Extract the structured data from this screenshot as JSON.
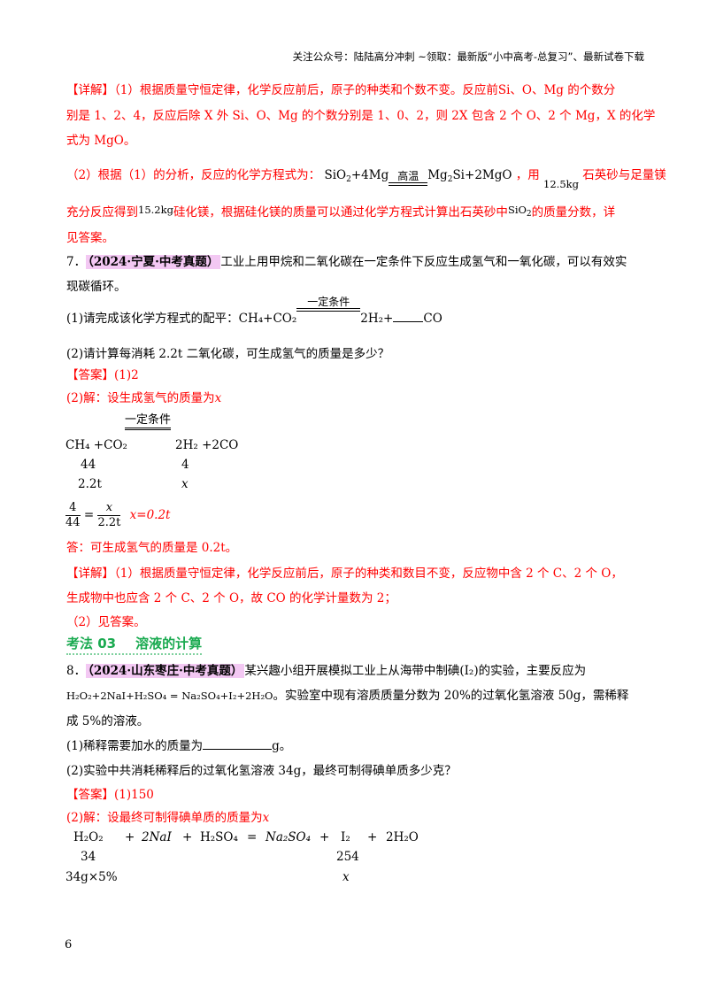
{
  "header": {
    "text": "关注公众号：陆陆高分冲刺  ~领取：最新版“小中高考-总复习”、最新试卷下载"
  },
  "q6_detail": {
    "label": "【详解】",
    "line1": "（1）根据质量守恒定律，化学反应前后，原子的种类和个数不变。反应前Si、O、Mg 的个数分",
    "line2": "别是 1、2、4，反应后除 X 外 Si、O、Mg 的个数分别是 1、0、2，则 2X 包含 2 个 O、2 个 Mg，X 的化学",
    "line3": "式为 MgO。",
    "part2_prefix": "（2）根据（1）的分析，反应的化学方程式为：",
    "eq_left": "SiO",
    "eq_left_sub": "2",
    "eq_left2": "+4Mg",
    "eq_condition": "高温",
    "eq_right1": "Mg",
    "eq_right1_sub": "2",
    "eq_right2": "Si+2MgO",
    "part2_mid": "，用",
    "mass1": "12.5kg",
    "part2_suffix": "石英砂与足量镁",
    "line5_prefix": "充分反应得到",
    "mass2": "15.2kg",
    "line5_mid": "硅化镁，根据硅化镁的质量可以通过化学方程式计算出石英砂中",
    "sio2": "SiO",
    "sio2_sub": "2",
    "line5_suffix": "的质量分数，详",
    "line6": "见答案。"
  },
  "q7": {
    "number": "7．",
    "source_tag": "（2024·宁夏·中考真题）",
    "stem1": "工业上用甲烷和二氧化碳在一定条件下反应生成氢气和一氧化碳，可以有效实",
    "stem2": "现碳循环。",
    "sub1_prefix": "(1)请完成该化学方程式的配平：",
    "sub1_left": "CH₄+CO₂",
    "sub1_condition": "一定条件",
    "sub1_right": "2H₂+",
    "sub1_tail": "CO",
    "sub2": "(2)请计算每消耗 2.2t 二氧化碳，可生成氢气的质量是多少？",
    "answer_label": "【答案】",
    "answer1": "(1)2",
    "solve_intro": "(2)解：设生成氢气的质量为",
    "solve_var": "x",
    "calc": {
      "condition": "一定条件",
      "left": "CH₄ +CO₂",
      "right": "2H₂ +2CO",
      "m_left": "44",
      "m_right": "4",
      "v_left": "2.2t",
      "v_right": "x",
      "frac1_num": "4",
      "frac1_den": "44",
      "eq": "=",
      "frac2_num": "x",
      "frac2_den": "2.2t",
      "result": "x=0.2t"
    },
    "conclusion": "答：可生成氢气的质量是 0.2t。",
    "detail_label": "【详解】",
    "detail1": "（1）根据质量守恒定律，化学反应前后，原子的种类和数目不变，反应物中含 2 个 C、2 个 O，",
    "detail2": "生成物中也应含 2 个 C、2 个 O，故 CO 的化学计量数为 2；",
    "detail3": "（2）见答案。"
  },
  "section": {
    "label": "考法 03",
    "title": "溶液的计算"
  },
  "q8": {
    "number": "8．",
    "source_tag": "（2024·山东枣庄·中考真题）",
    "stem1": "某兴趣小组开展模拟工业上从海带中制碘(I₂)的实验，主要反应为",
    "equation": "H₂O₂+2NaI+H₂SO₄ = Na₂SO₄+I₂+2H₂O",
    "stem2": "。实验室中现有溶质质量分数为 20%的过氧化氢溶液 50g，需稀释",
    "stem3": "成 5%的溶液。",
    "sub1_prefix": "(1)稀释需要加水的质量为",
    "sub1_suffix": "g。",
    "sub2": "(2)实验中共消耗稀释后的过氧化氢溶液 34g，最终可制得碘单质多少克？",
    "answer_label": "【答案】",
    "answer1": "(1)150",
    "solve_intro": "(2)解：设最终可制得碘单质的质量为",
    "solve_var": "x",
    "calc": {
      "terms": [
        "H₂O₂",
        "+",
        "2NaI",
        "+",
        "H₂SO₄",
        "=",
        "Na₂SO₄",
        "+",
        "I₂",
        "+",
        "2H₂O"
      ],
      "m_left": "34",
      "m_right": "254",
      "v_left": "34g×5%",
      "v_right": "x"
    }
  },
  "footer": {
    "page_number": "6"
  }
}
